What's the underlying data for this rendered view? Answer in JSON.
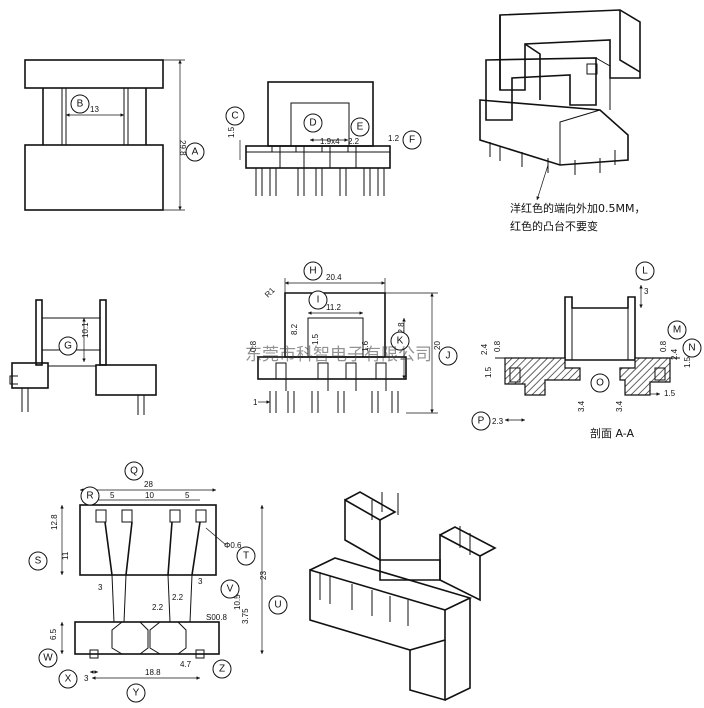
{
  "callouts": {
    "A": "A",
    "B": "B",
    "C": "C",
    "D": "D",
    "E": "E",
    "F": "F",
    "G": "G",
    "H": "H",
    "I": "I",
    "J": "J",
    "K": "K",
    "L": "L",
    "M": "M",
    "N": "N",
    "O": "O",
    "P": "P",
    "Q": "Q",
    "R": "R",
    "S": "S",
    "T": "T",
    "U": "U",
    "V": "V",
    "W": "W",
    "X": "X",
    "Y": "Y",
    "Z": "Z"
  },
  "dims": {
    "v1_13": "13",
    "v1_298": "29.8",
    "v2_15": "1.5",
    "v2_19x4": "1.9x4",
    "v2_22": "2.2",
    "v2_12": "1.2",
    "v3_101": "10.1",
    "v4_204": "20.4",
    "v4_r1": "R1",
    "v4_112": "11.2",
    "v4_128": "12.8",
    "v4_20": "20",
    "v4_82": "8.2",
    "v4_15": "1.5",
    "v4_08": "0.8",
    "v4_16": "1.6",
    "v4_1": "1",
    "v5_3": "3",
    "v5_24": "2.4",
    "v5_08a": "0.8",
    "v5_08b": "0.8",
    "v5_24b": "2.4",
    "v5_15a": "1.5",
    "v5_15b": "1.5",
    "v5_34a": "3.4",
    "v5_34b": "3.4",
    "v5_23": "2.3",
    "v5_15c": "1.5",
    "v6_28": "28",
    "v6_5a": "5",
    "v6_10": "10",
    "v6_5b": "5",
    "v6_128": "12.8",
    "v6_11": "11",
    "v6_phi": "Φ0.6",
    "v6_3a": "3",
    "v6_3b": "3",
    "v6_22a": "2.2",
    "v6_22b": "2.2",
    "v6_105": "10.5",
    "v6_23": "23",
    "v6_sq": "S00.8",
    "v6_375": "3.75",
    "v6_65": "6.5",
    "v6_3c": "3",
    "v6_47": "4.7",
    "v6_188": "18.8"
  },
  "notes": {
    "line1": "洋红色的端向外加0.5MM，",
    "line2": "红色的凸台不要变",
    "section": "剖面 A-A"
  },
  "watermark": "东莞市科智电子有限公司"
}
